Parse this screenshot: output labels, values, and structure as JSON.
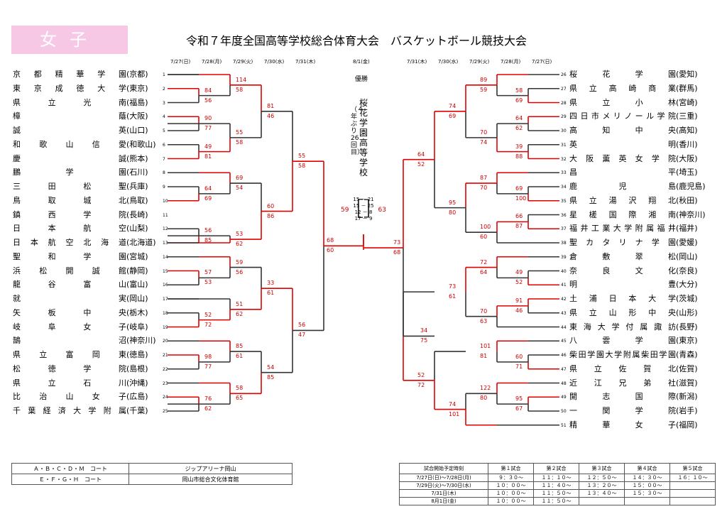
{
  "section_label": "女子",
  "title": "令和７年度全国高等学校総合体育大会　バスケットボール競技大会",
  "dates_left": [
    "7/27(日)",
    "7/28(月)",
    "7/29(火)",
    "7/30(水)",
    "7/31(木)",
    "8/1(金)"
  ],
  "dates_right": [
    "7/31(木)",
    "7/30(水)",
    "7/29(火)",
    "7/28(月)",
    "7/27(日)"
  ],
  "final": {
    "header": "優勝",
    "champion": "桜花学園高等学校",
    "champion_sub": "（４年ぶり26回目）",
    "quarters": [
      "15 － 21",
      "15 － 25",
      "12 － 8",
      "17 － 9"
    ],
    "total_left": "59",
    "total_right": "63",
    "left_to_final": "68",
    "right_to_final": "73"
  },
  "teams_left": [
    {
      "n": "京都精華学園",
      "p": "京都"
    },
    {
      "n": "東京成徳大学",
      "p": "東京"
    },
    {
      "n": "県立光南",
      "p": "福島"
    },
    {
      "n": "樟蔭",
      "p": "大阪"
    },
    {
      "n": "誠英",
      "p": "山口"
    },
    {
      "n": "和歌山信愛",
      "p": "和歌山"
    },
    {
      "n": "慶誠",
      "p": "熊本"
    },
    {
      "n": "鵬学園",
      "p": "石川"
    },
    {
      "n": "三田松聖",
      "p": "兵庫"
    },
    {
      "n": "鳥取城北",
      "p": "鳥取"
    },
    {
      "n": "鎮西学院",
      "p": "長崎"
    },
    {
      "n": "日本航空",
      "p": "山梨"
    },
    {
      "n": "日本航空北海道",
      "p": "北海道"
    },
    {
      "n": "聖和学園",
      "p": "宮城"
    },
    {
      "n": "浜松開誠館",
      "p": "静岡"
    },
    {
      "n": "龍谷富山",
      "p": "富山"
    },
    {
      "n": "就実",
      "p": "岡山"
    },
    {
      "n": "矢板中央",
      "p": "栃木"
    },
    {
      "n": "岐阜女子",
      "p": "岐阜"
    },
    {
      "n": "鵠沼",
      "p": "神奈川"
    },
    {
      "n": "県立富岡東",
      "p": "徳島"
    },
    {
      "n": "松徳学院",
      "p": "島根"
    },
    {
      "n": "県立石川",
      "p": "沖縄"
    },
    {
      "n": "比治山女子",
      "p": "広島"
    },
    {
      "n": "千葉経済大学附属",
      "p": "千葉"
    }
  ],
  "teams_right": [
    {
      "n": "桜花学園",
      "p": "愛知"
    },
    {
      "n": "県立高崎商業",
      "p": "群馬"
    },
    {
      "n": "県立小林",
      "p": "宮崎"
    },
    {
      "n": "四日市メリノール学院",
      "p": "三重"
    },
    {
      "n": "高知中央",
      "p": "高知"
    },
    {
      "n": "英明",
      "p": "香川"
    },
    {
      "n": "大阪薫英女学院",
      "p": "大阪"
    },
    {
      "n": "昌平",
      "p": "埼玉"
    },
    {
      "n": "鹿児島",
      "p": "鹿児島"
    },
    {
      "n": "県立湯沢翔北",
      "p": "秋田"
    },
    {
      "n": "星槎国際湘南",
      "p": "神奈川"
    },
    {
      "n": "福井工業大学附属福井",
      "p": "福井"
    },
    {
      "n": "聖カタリナ学園",
      "p": "愛媛"
    },
    {
      "n": "倉敷翠松",
      "p": "岡山"
    },
    {
      "n": "奈良文化",
      "p": "奈良"
    },
    {
      "n": "明豊",
      "p": "大分"
    },
    {
      "n": "土浦日本大学",
      "p": "茨城"
    },
    {
      "n": "県立山形中央",
      "p": "山形"
    },
    {
      "n": "東海大学付属諏訪",
      "p": "長野"
    },
    {
      "n": "八雲学園",
      "p": "東京"
    },
    {
      "n": "柴田学園大学附属柴田学園",
      "p": "青森"
    },
    {
      "n": "県立佐賀北",
      "p": "佐賀"
    },
    {
      "n": "近江兄弟社",
      "p": "滋賀"
    },
    {
      "n": "開志国際",
      "p": "新潟"
    },
    {
      "n": "一関学院",
      "p": "岩手"
    },
    {
      "n": "精華女子",
      "p": "福岡"
    }
  ],
  "scores": {
    "L_r1": [
      [
        "84",
        "56"
      ],
      [
        "90",
        "77"
      ],
      [
        "49",
        "81"
      ],
      [
        "64",
        "69"
      ],
      [
        "56",
        "85"
      ],
      [
        "57",
        "53"
      ],
      [
        "52",
        "72"
      ],
      [
        "98",
        "77"
      ],
      [
        "76",
        "62"
      ]
    ],
    "L_r2": [
      [
        "114",
        "58"
      ],
      [
        "55",
        "58"
      ],
      [
        "69",
        "54"
      ],
      [
        "53",
        "62"
      ],
      [
        "59",
        "56"
      ],
      [
        "51",
        "62"
      ],
      [
        "85",
        "61"
      ],
      [
        "58",
        "65"
      ]
    ],
    "L_r3": [
      [
        "81",
        "46"
      ],
      [
        "60",
        "86"
      ],
      [
        "33",
        "61"
      ],
      [
        "54",
        "85"
      ]
    ],
    "L_r4": [
      [
        "55",
        "58"
      ],
      [
        "56",
        "47"
      ]
    ],
    "L_sf": [
      "68",
      "60"
    ],
    "R_r1": [
      [
        "58",
        "69"
      ],
      [
        "64",
        "62"
      ],
      [
        "39",
        "88"
      ],
      [
        "69",
        "100"
      ],
      [
        "66",
        "87"
      ],
      [
        "49",
        "52"
      ],
      [
        "91",
        "46"
      ],
      [
        "60",
        "71"
      ],
      [
        "95",
        "67"
      ]
    ],
    "R_r2": [
      [
        "89",
        "59"
      ],
      [
        "70",
        "74"
      ],
      [
        "87",
        "70"
      ],
      [
        "100",
        "60"
      ],
      [
        "72",
        "64"
      ],
      [
        "70",
        "63"
      ],
      [
        "101",
        "81"
      ],
      [
        "122",
        "80"
      ],
      [
        "74",
        "101"
      ]
    ],
    "R_r3": [
      [
        "74",
        "69"
      ],
      [
        "95",
        "80"
      ],
      [
        "73",
        "61"
      ],
      [
        "52",
        "72"
      ]
    ],
    "R_r4": [
      [
        "64",
        "52"
      ],
      [
        "34",
        "75"
      ]
    ],
    "R_sf": [
      "73",
      "68"
    ]
  },
  "venues": [
    {
      "courts": "Ａ・Ｂ・Ｃ・Ｄ・Ｍ　コート",
      "venue": "ジップアリーナ岡山"
    },
    {
      "courts": "Ｅ・Ｆ・Ｇ・Ｈ　コート",
      "venue": "岡山市総合文化体育館"
    }
  ],
  "schedule": {
    "header": [
      "試合開始予定時刻",
      "第１試合",
      "第２試合",
      "第３試合",
      "第４試合",
      "第５試合"
    ],
    "rows": [
      [
        "7/27日(日)～7/28日(月)",
        "９：３０～",
        "１１：１０～",
        "１２：５０～",
        "１４：３０～",
        "１６：１０～"
      ],
      [
        "7/29日(火)～7/30日(水)",
        "１０：００～",
        "１１：４０～",
        "１３：２０～",
        "１５：００～",
        ""
      ],
      [
        "7/31日(木)",
        "１０：００～",
        "１１：５０～",
        "１３：４０～",
        "１５：３０～",
        ""
      ],
      [
        "8月1日(金)",
        "１０：００～",
        "１１：５０～",
        "",
        "",
        ""
      ]
    ]
  },
  "colors": {
    "win": "#e00000",
    "lose": "#333333",
    "tag_bg": "#f7c8e6"
  }
}
